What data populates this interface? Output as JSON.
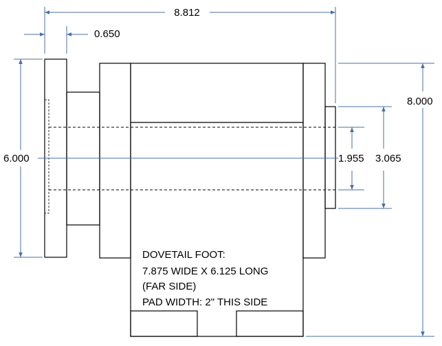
{
  "dimensions": {
    "overall_length": "8.812",
    "flange_thickness": "0.650",
    "flange_height": "6.000",
    "overall_height": "8.000",
    "bore_inner": "1.955",
    "bore_outer": "3.065"
  },
  "note": {
    "line1": "DOVETAIL FOOT:",
    "line2": "7.875 WIDE X 6.125 LONG",
    "line3": "(FAR SIDE)",
    "line4": "PAD WIDTH:  2\" THIS SIDE"
  },
  "colors": {
    "dimension_line": "#4a6fa5",
    "part_outline": "#000000"
  }
}
